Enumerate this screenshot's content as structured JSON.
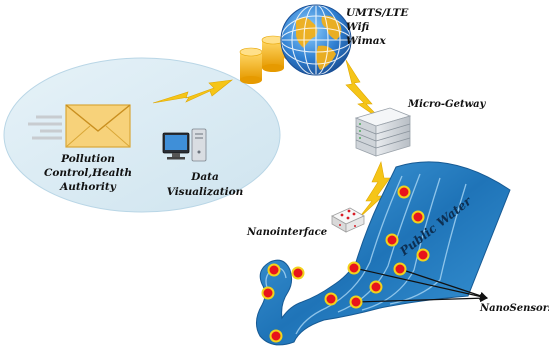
{
  "network": {
    "line1": "UMTS/LTE",
    "line2": "Wifi",
    "line3": "Wimax"
  },
  "gateway_label": "Micro-Getway",
  "authority": {
    "line1": "Pollution",
    "line2": "Control,Health",
    "line3": "Authority"
  },
  "visualization": {
    "line1": "Data",
    "line2": "Visualization"
  },
  "nanointerface_label": "Nanointerface",
  "water_label": "Public Water",
  "nanosensors_label": "NanoSensors",
  "colors": {
    "ellipse": "#d6e9f3",
    "water": "#2e86c8",
    "sensor": "#e8141b",
    "sensor_ring": "#f2d21b",
    "bolt": "#f5c518",
    "barrel": "#f2b019",
    "globe": "#2f7fd1"
  },
  "icons": [
    "envelope-icon",
    "computer-icon",
    "globe-icon",
    "server-rack-icon",
    "nanointerface-chip-icon",
    "lightning-bolt-icon",
    "barrel-icon"
  ]
}
